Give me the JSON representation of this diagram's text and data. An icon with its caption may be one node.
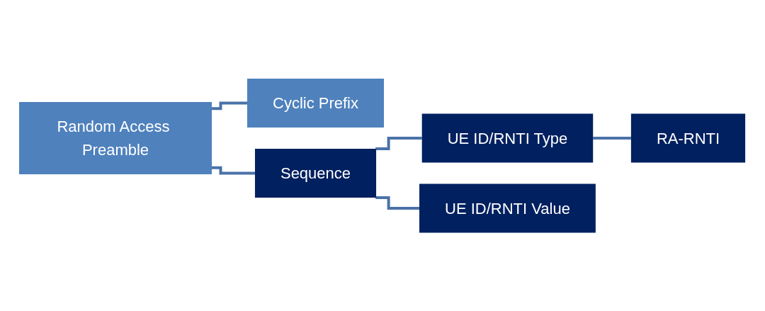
{
  "diagram": {
    "nodes": [
      {
        "text": [
          "Random Access Preamble"
        ]
      },
      {
        "text": [
          "Cyclic Prefix"
        ]
      },
      {
        "text": [
          "Sequence"
        ]
      },
      {
        "text": [
          "UE ID/RNTI Type"
        ]
      },
      {
        "text": [
          "UE ID/RNTI Value"
        ]
      },
      {
        "text": [
          "RA-RNTI"
        ]
      }
    ],
    "edges": [
      {
        "from": 0,
        "to": 1,
        "arrow": "none"
      },
      {
        "from": 0,
        "to": 2,
        "arrow": "none"
      },
      {
        "from": 2,
        "to": 3,
        "arrow": "none"
      },
      {
        "from": 2,
        "to": 4,
        "arrow": "none"
      },
      {
        "from": 3,
        "to": 5,
        "arrow": "none"
      }
    ]
  }
}
